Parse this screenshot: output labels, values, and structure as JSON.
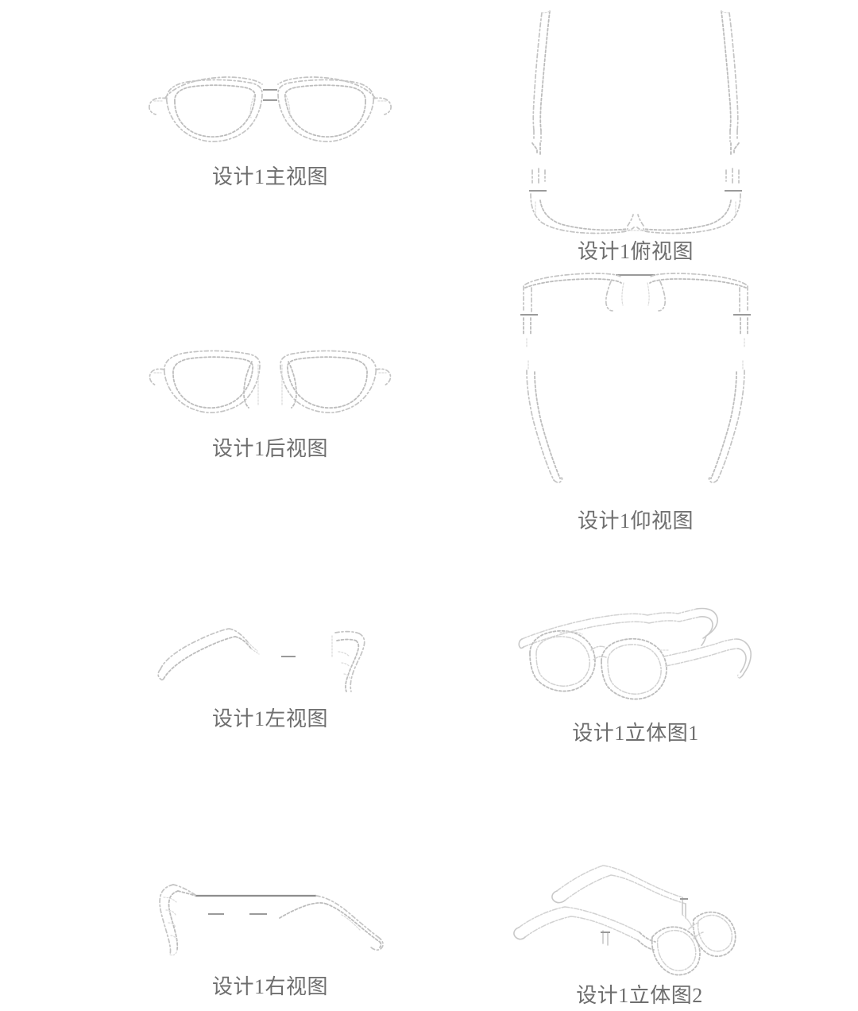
{
  "document": {
    "kind": "design-patent-drawing-sheet",
    "subject": "eyeglasses-frame",
    "background_color": "#ffffff",
    "line_color": "#cfcfcf",
    "accent_line_color": "#8d8d8d",
    "caption_color": "#6e6e6e"
  },
  "views": [
    {
      "id": "front",
      "caption": "设计1主视图",
      "icon": "glasses-front-icon",
      "column": "left",
      "row": 1
    },
    {
      "id": "top",
      "caption": "设计1俯视图",
      "icon": "glasses-top-icon",
      "column": "right",
      "row": 1
    },
    {
      "id": "rear",
      "caption": "设计1后视图",
      "icon": "glasses-rear-icon",
      "column": "left",
      "row": 2
    },
    {
      "id": "bottom",
      "caption": "设计1仰视图",
      "icon": "glasses-bottom-icon",
      "column": "right",
      "row": 2
    },
    {
      "id": "left-side",
      "caption": "设计1左视图",
      "icon": "glasses-left-side-icon",
      "column": "left",
      "row": 3
    },
    {
      "id": "perspective-1",
      "caption": "设计1立体图1",
      "icon": "glasses-perspective-icon",
      "column": "right",
      "row": 3
    },
    {
      "id": "right-side",
      "caption": "设计1右视图",
      "icon": "glasses-right-side-icon",
      "column": "left",
      "row": 4
    },
    {
      "id": "perspective-2",
      "caption": "设计1立体图2",
      "icon": "glasses-perspective-icon",
      "column": "right",
      "row": 4
    }
  ]
}
